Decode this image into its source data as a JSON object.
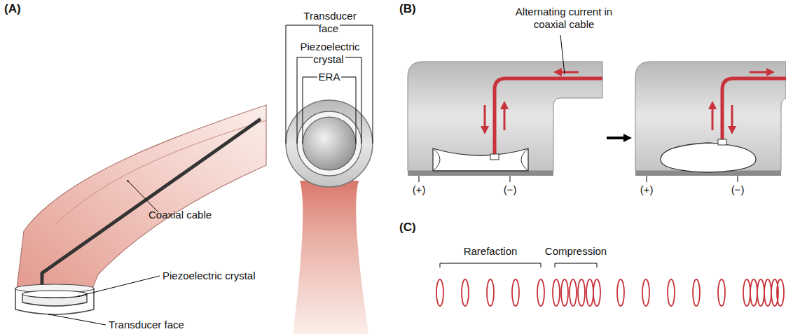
{
  "diagram": {
    "labels": [
      "(A)",
      "Transducer face",
      "Piezoelectric crystal",
      "ERA",
      "Coaxial cable",
      "Piezoelectric crystal",
      "Transducer face",
      "(B)",
      "Alternating current in coaxial cable",
      "(+)",
      "(−)",
      "(+)",
      "(−)",
      "(C)",
      "Rarefaction",
      "Compression"
    ]
  }
}
